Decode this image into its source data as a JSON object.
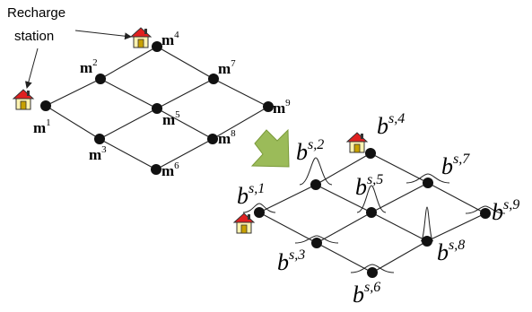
{
  "annotation": {
    "line1": "Recharge",
    "line2": "station"
  },
  "left_graph": {
    "nodes": [
      {
        "id": "m1",
        "base": "m",
        "sup": "1",
        "recharge": true
      },
      {
        "id": "m2",
        "base": "m",
        "sup": "2",
        "recharge": false
      },
      {
        "id": "m3",
        "base": "m",
        "sup": "3",
        "recharge": false
      },
      {
        "id": "m4",
        "base": "m",
        "sup": "4",
        "recharge": true
      },
      {
        "id": "m5",
        "base": "m",
        "sup": "5",
        "recharge": false
      },
      {
        "id": "m6",
        "base": "m",
        "sup": "6",
        "recharge": false
      },
      {
        "id": "m7",
        "base": "m",
        "sup": "7",
        "recharge": false
      },
      {
        "id": "m8",
        "base": "m",
        "sup": "8",
        "recharge": false
      },
      {
        "id": "m9",
        "base": "m",
        "sup": "9",
        "recharge": false
      }
    ]
  },
  "right_graph": {
    "nodes": [
      {
        "id": "b1",
        "base": "b",
        "sup": "s,1",
        "recharge": true
      },
      {
        "id": "b2",
        "base": "b",
        "sup": "s,2",
        "recharge": false
      },
      {
        "id": "b3",
        "base": "b",
        "sup": "s,3",
        "recharge": false
      },
      {
        "id": "b4",
        "base": "b",
        "sup": "s,4",
        "recharge": true
      },
      {
        "id": "b5",
        "base": "b",
        "sup": "s,5",
        "recharge": false
      },
      {
        "id": "b6",
        "base": "b",
        "sup": "s,6",
        "recharge": false
      },
      {
        "id": "b7",
        "base": "b",
        "sup": "s,7",
        "recharge": false
      },
      {
        "id": "b8",
        "base": "b",
        "sup": "s,8",
        "recharge": false
      },
      {
        "id": "b9",
        "base": "b",
        "sup": "s,9",
        "recharge": false
      }
    ]
  },
  "edges": [
    [
      "1",
      "2"
    ],
    [
      "1",
      "3"
    ],
    [
      "2",
      "4"
    ],
    [
      "2",
      "5"
    ],
    [
      "3",
      "5"
    ],
    [
      "3",
      "6"
    ],
    [
      "4",
      "7"
    ],
    [
      "5",
      "7"
    ],
    [
      "5",
      "8"
    ],
    [
      "6",
      "8"
    ],
    [
      "7",
      "9"
    ],
    [
      "8",
      "9"
    ]
  ],
  "colors": {
    "arrow_fill": "#9bbb59",
    "arrow_stroke": "#7a9a3a",
    "roof": "#e02020",
    "house_wall": "#fff3b0",
    "door": "#c8a000"
  }
}
